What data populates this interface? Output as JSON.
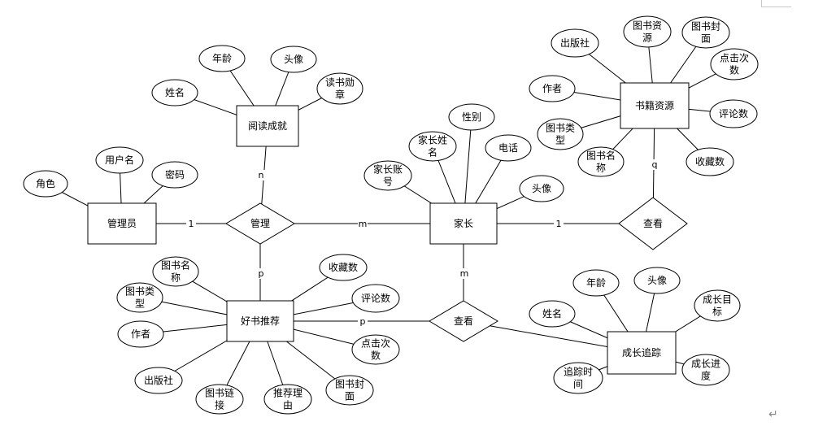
{
  "entities": [
    {
      "id": "admin",
      "label": "管理员"
    },
    {
      "id": "reading",
      "label": "阅读成就"
    },
    {
      "id": "parent",
      "label": "家长"
    },
    {
      "id": "books",
      "label": "书籍资源"
    },
    {
      "id": "goodbooks",
      "label": "好书推荐"
    },
    {
      "id": "growth",
      "label": "成长追踪"
    }
  ],
  "relationships": [
    {
      "id": "manage",
      "label": "管理"
    },
    {
      "id": "view_books",
      "label": "查看"
    },
    {
      "id": "view_growth",
      "label": "查看"
    }
  ],
  "attributes": [
    {
      "id": "a_role",
      "label": "角色"
    },
    {
      "id": "a_username",
      "label": "用户名"
    },
    {
      "id": "a_password",
      "label": "密码"
    },
    {
      "id": "r_name",
      "label": "姓名"
    },
    {
      "id": "r_age",
      "label": "年龄"
    },
    {
      "id": "r_avatar",
      "label": "头像"
    },
    {
      "id": "r_medal",
      "lines": [
        "读书勋",
        "章"
      ]
    },
    {
      "id": "p_account",
      "lines": [
        "家长账",
        "号"
      ]
    },
    {
      "id": "p_name",
      "lines": [
        "家长姓",
        "名"
      ]
    },
    {
      "id": "p_gender",
      "label": "性别"
    },
    {
      "id": "p_phone",
      "label": "电话"
    },
    {
      "id": "p_avatar",
      "label": "头像"
    },
    {
      "id": "b_publisher",
      "label": "出版社"
    },
    {
      "id": "b_resource",
      "lines": [
        "图书资",
        "源"
      ]
    },
    {
      "id": "b_cover",
      "lines": [
        "图书封",
        "面"
      ]
    },
    {
      "id": "b_clicks",
      "lines": [
        "点击次",
        "数"
      ]
    },
    {
      "id": "b_author",
      "label": "作者"
    },
    {
      "id": "b_comments",
      "label": "评论数"
    },
    {
      "id": "b_type",
      "lines": [
        "图书类",
        "型"
      ]
    },
    {
      "id": "b_bookname",
      "lines": [
        "图书名",
        "称"
      ]
    },
    {
      "id": "b_favorites",
      "label": "收藏数"
    },
    {
      "id": "g_bookname",
      "lines": [
        "图书名",
        "称"
      ]
    },
    {
      "id": "g_type",
      "lines": [
        "图书类",
        "型"
      ]
    },
    {
      "id": "g_author",
      "label": "作者"
    },
    {
      "id": "g_publisher",
      "label": "出版社"
    },
    {
      "id": "g_link",
      "lines": [
        "图书链",
        "接"
      ]
    },
    {
      "id": "g_reason",
      "lines": [
        "推荐理",
        "由"
      ]
    },
    {
      "id": "g_cover",
      "lines": [
        "图书封",
        "面"
      ]
    },
    {
      "id": "g_clicks",
      "lines": [
        "点击次",
        "数"
      ]
    },
    {
      "id": "g_comments",
      "label": "评论数"
    },
    {
      "id": "g_favorites",
      "label": "收藏数"
    },
    {
      "id": "t_name",
      "label": "姓名"
    },
    {
      "id": "t_age",
      "label": "年龄"
    },
    {
      "id": "t_avatar",
      "label": "头像"
    },
    {
      "id": "t_goal",
      "lines": [
        "成长目",
        "标"
      ]
    },
    {
      "id": "t_progress",
      "lines": [
        "成长进",
        "度"
      ]
    },
    {
      "id": "t_time",
      "lines": [
        "追踪时",
        "间"
      ]
    }
  ],
  "cardinalities": [
    {
      "id": "c_admin_manage",
      "label": "1"
    },
    {
      "id": "c_reading_manage",
      "label": "n"
    },
    {
      "id": "c_manage_parent",
      "label": "m"
    },
    {
      "id": "c_goodbooks_manage",
      "label": "p"
    },
    {
      "id": "c_parent_viewbooks",
      "label": "1"
    },
    {
      "id": "c_books_viewbooks",
      "label": "q"
    },
    {
      "id": "c_parent_viewgrowth",
      "label": "m"
    },
    {
      "id": "c_goodbooks_viewgrowth",
      "label": "p"
    }
  ],
  "connections": [
    [
      "admin",
      "manage"
    ],
    [
      "reading",
      "manage"
    ],
    [
      "manage",
      "parent"
    ],
    [
      "goodbooks",
      "manage"
    ],
    [
      "parent",
      "view_books"
    ],
    [
      "books",
      "view_books"
    ],
    [
      "parent",
      "view_growth"
    ],
    [
      "goodbooks",
      "view_growth"
    ],
    [
      "view_growth",
      "growth"
    ],
    [
      "admin",
      "a_role"
    ],
    [
      "admin",
      "a_username"
    ],
    [
      "admin",
      "a_password"
    ],
    [
      "reading",
      "r_name"
    ],
    [
      "reading",
      "r_age"
    ],
    [
      "reading",
      "r_avatar"
    ],
    [
      "reading",
      "r_medal"
    ],
    [
      "parent",
      "p_account"
    ],
    [
      "parent",
      "p_name"
    ],
    [
      "parent",
      "p_gender"
    ],
    [
      "parent",
      "p_phone"
    ],
    [
      "parent",
      "p_avatar"
    ],
    [
      "books",
      "b_publisher"
    ],
    [
      "books",
      "b_resource"
    ],
    [
      "books",
      "b_cover"
    ],
    [
      "books",
      "b_clicks"
    ],
    [
      "books",
      "b_author"
    ],
    [
      "books",
      "b_comments"
    ],
    [
      "books",
      "b_type"
    ],
    [
      "books",
      "b_bookname"
    ],
    [
      "books",
      "b_favorites"
    ],
    [
      "goodbooks",
      "g_bookname"
    ],
    [
      "goodbooks",
      "g_type"
    ],
    [
      "goodbooks",
      "g_author"
    ],
    [
      "goodbooks",
      "g_publisher"
    ],
    [
      "goodbooks",
      "g_link"
    ],
    [
      "goodbooks",
      "g_reason"
    ],
    [
      "goodbooks",
      "g_cover"
    ],
    [
      "goodbooks",
      "g_clicks"
    ],
    [
      "goodbooks",
      "g_comments"
    ],
    [
      "goodbooks",
      "g_favorites"
    ],
    [
      "growth",
      "t_name"
    ],
    [
      "growth",
      "t_age"
    ],
    [
      "growth",
      "t_avatar"
    ],
    [
      "growth",
      "t_goal"
    ],
    [
      "growth",
      "t_progress"
    ],
    [
      "growth",
      "t_time"
    ]
  ]
}
